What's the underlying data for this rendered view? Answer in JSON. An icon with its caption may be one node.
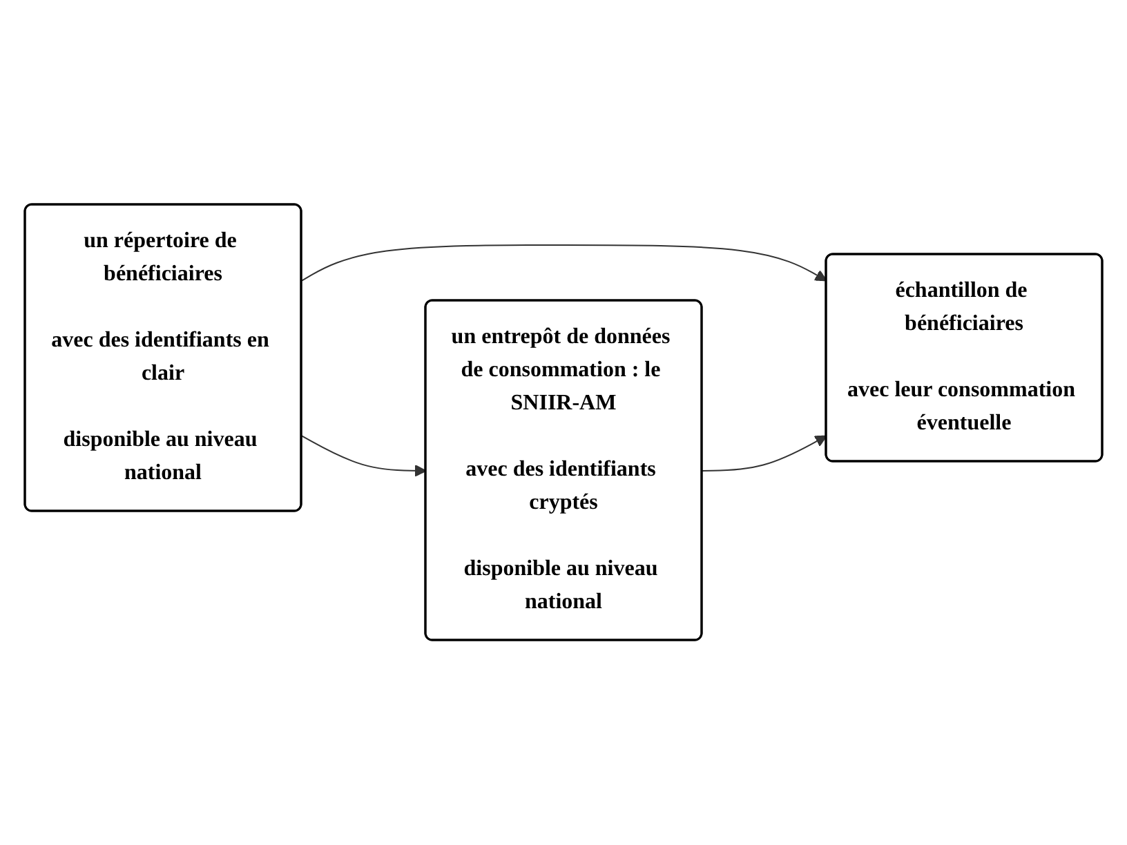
{
  "diagram": {
    "nodes": [
      {
        "text": [
          "un répertoire de bénéficiaires",
          "avec des identifiants en clair",
          "disponible au niveau national"
        ]
      },
      {
        "text": [
          "un entrepôt de données de consommation : le SNIIR-AM",
          "avec des identifiants cryptés",
          "disponible au niveau national"
        ]
      },
      {
        "text": [
          "échantillon de bénéficiaires",
          "avec leur consommation éventuelle"
        ]
      }
    ],
    "edges": [
      {
        "from": 0,
        "to": 1,
        "arrow": "to"
      },
      {
        "from": 0,
        "to": 2,
        "arrow": "to"
      },
      {
        "from": 1,
        "to": 2,
        "arrow": "to"
      }
    ]
  }
}
